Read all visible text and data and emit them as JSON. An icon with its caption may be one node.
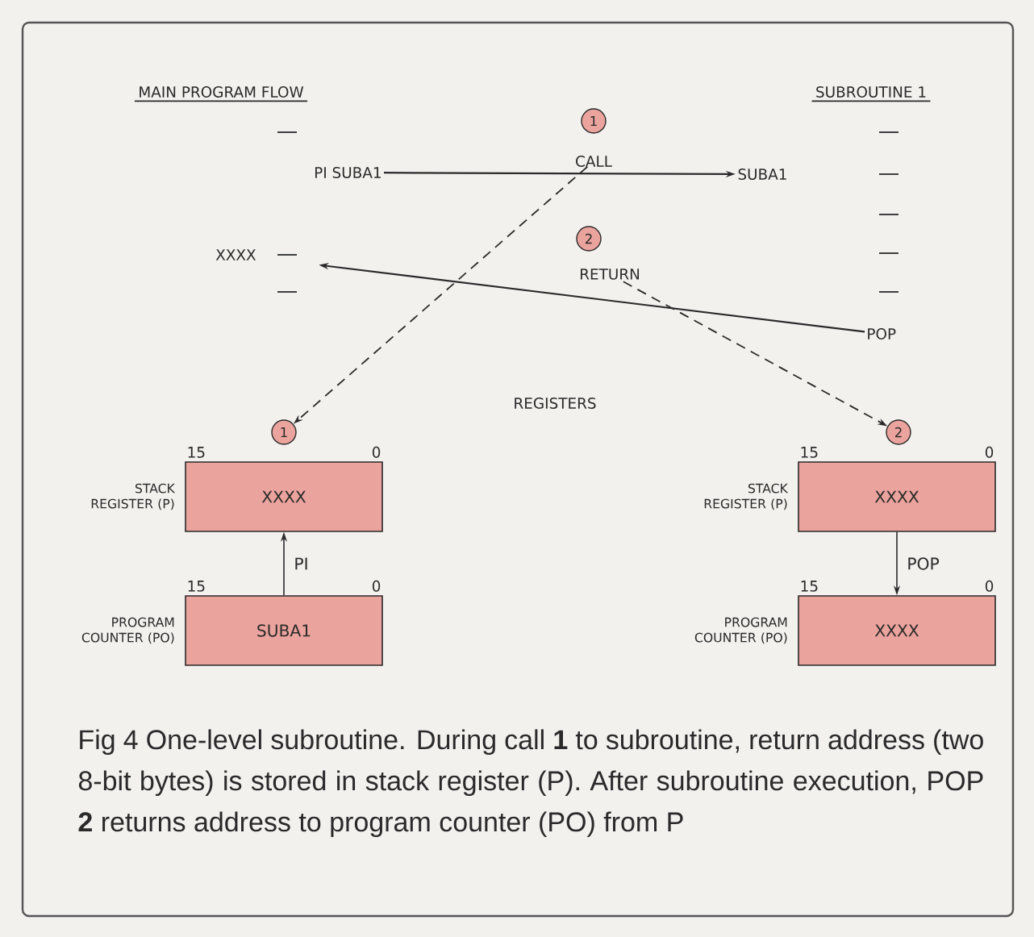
{
  "diagram": {
    "caption": "Fig 4  One-level subroutine. During call **1** to subroutine, return address (two 8-bit bytes) is stored in stack register (P). After subroutine execution, POP **2** returns address to program counter (PO) from P",
    "nodes": [
      {
        "text": [
          "PI SUBA1"
        ]
      },
      {
        "text": [
          "SUBA1"
        ]
      },
      {
        "text": [
          "XXXX"
        ]
      },
      {
        "text": [
          "POP"
        ]
      },
      {
        "text": [
          "1"
        ]
      },
      {
        "text": [
          "CALL"
        ]
      },
      {
        "text": [
          "2"
        ]
      },
      {
        "text": [
          "RETURN"
        ]
      },
      {
        "text": [
          "1"
        ]
      },
      {
        "text": [
          "2"
        ]
      },
      {
        "text": [
          "XXXX"
        ],
        "beside": [
          "15",
          "0",
          "STACK REGISTER (P)"
        ]
      },
      {
        "text": [
          "SUBA1"
        ],
        "beside": [
          "15",
          "0",
          "PROGRAM COUNTER (PO)"
        ]
      },
      {
        "text": [
          "XXXX"
        ],
        "beside": [
          "15",
          "0",
          "STACK REGISTER (P)"
        ]
      },
      {
        "text": [
          "XXXX"
        ],
        "beside": [
          "15",
          "0",
          "PROGRAM COUNTER (PO)"
        ]
      }
    ],
    "edges": [
      {
        "from": 0,
        "to": 1,
        "arrow": "to"
      },
      {
        "from": 3,
        "to": 2,
        "arrow": "to"
      },
      {
        "from": 5,
        "to": 8,
        "arrow": "to",
        "style": "dashed"
      },
      {
        "from": 7,
        "to": 9,
        "arrow": "to",
        "style": "dashed"
      },
      {
        "from": 11,
        "to": 10,
        "arrow": "to",
        "label": "PI"
      },
      {
        "from": 12,
        "to": 13,
        "arrow": "to",
        "label": "POP"
      }
    ],
    "labels": [
      "MAIN PROGRAM FLOW",
      "SUBROUTINE 1",
      "REGISTERS"
    ]
  }
}
